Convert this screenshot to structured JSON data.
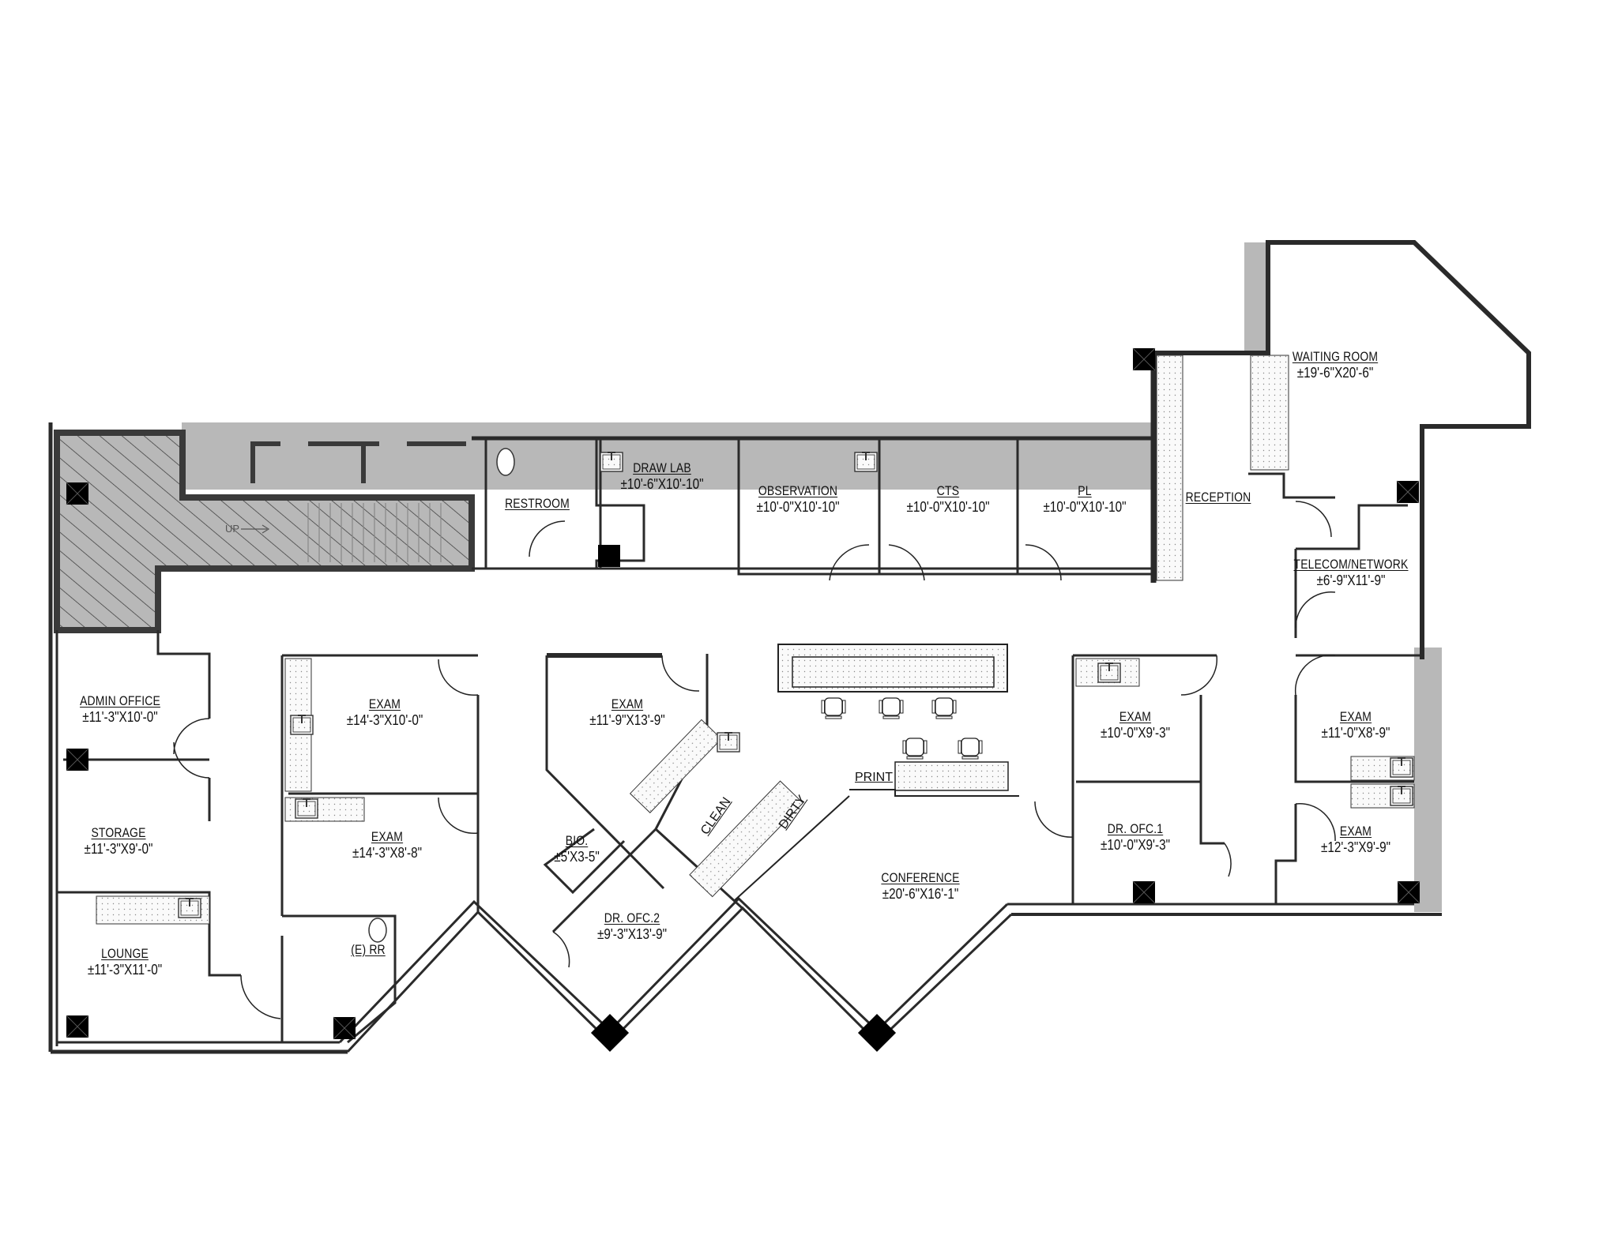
{
  "plan": {
    "colors": {
      "wall": "#3a3a3a",
      "core": "#b8b8b8",
      "column": "#000000",
      "counter": "#f2f2f2"
    },
    "stair_label": "UP",
    "rooms": [
      {
        "id": "waiting-room",
        "name": "WAITING  ROOM",
        "dim": "±19'-6\"X20'-6\""
      },
      {
        "id": "reception",
        "name": "RECEPTION",
        "dim": ""
      },
      {
        "id": "telecom-network",
        "name": "TELECOM/NETWORK",
        "dim": "±6'-9\"X11'-9\""
      },
      {
        "id": "restroom",
        "name": "RESTROOM",
        "dim": ""
      },
      {
        "id": "draw-lab",
        "name": "DRAW  LAB",
        "dim": "±10'-6\"X10'-10\""
      },
      {
        "id": "observation",
        "name": "OBSERVATION",
        "dim": "±10'-0\"X10'-10\""
      },
      {
        "id": "cts",
        "name": "CTS",
        "dim": "±10'-0\"X10'-10\""
      },
      {
        "id": "pl",
        "name": "PL",
        "dim": "±10'-0\"X10'-10\""
      },
      {
        "id": "admin-office",
        "name": "ADMIN  OFFICE",
        "dim": "±11'-3\"X10'-0\""
      },
      {
        "id": "storage",
        "name": "STORAGE",
        "dim": "±11'-3\"X9'-0\""
      },
      {
        "id": "lounge",
        "name": "LOUNGE",
        "dim": "±11'-3\"X11'-0\""
      },
      {
        "id": "exam-1",
        "name": "EXAM",
        "dim": "±14'-3\"X10'-0\""
      },
      {
        "id": "exam-2",
        "name": "EXAM",
        "dim": "±14'-3\"X8'-8\""
      },
      {
        "id": "e-rr",
        "name": "(E)  RR",
        "dim": ""
      },
      {
        "id": "exam-3",
        "name": "EXAM",
        "dim": "±11'-9\"X13'-9\""
      },
      {
        "id": "bio",
        "name": "BIO.",
        "dim": "±5'X3-5\""
      },
      {
        "id": "dr-ofc-2",
        "name": "DR.  OFC.2",
        "dim": "±9'-3\"X13'-9\""
      },
      {
        "id": "conference",
        "name": "CONFERENCE",
        "dim": "±20'-6\"X16'-1\""
      },
      {
        "id": "exam-4",
        "name": "EXAM",
        "dim": "±10'-0\"X9'-3\""
      },
      {
        "id": "dr-ofc-1",
        "name": "DR.  OFC.1",
        "dim": "±10'-0\"X9'-3\""
      },
      {
        "id": "exam-5",
        "name": "EXAM",
        "dim": "±11'-0\"X8'-9\""
      },
      {
        "id": "exam-6",
        "name": "EXAM",
        "dim": "±12'-3\"X9'-9\""
      }
    ],
    "counter_labels": {
      "clean": "CLEAN",
      "dirty": "DIRTY",
      "print": "PRINT"
    }
  }
}
